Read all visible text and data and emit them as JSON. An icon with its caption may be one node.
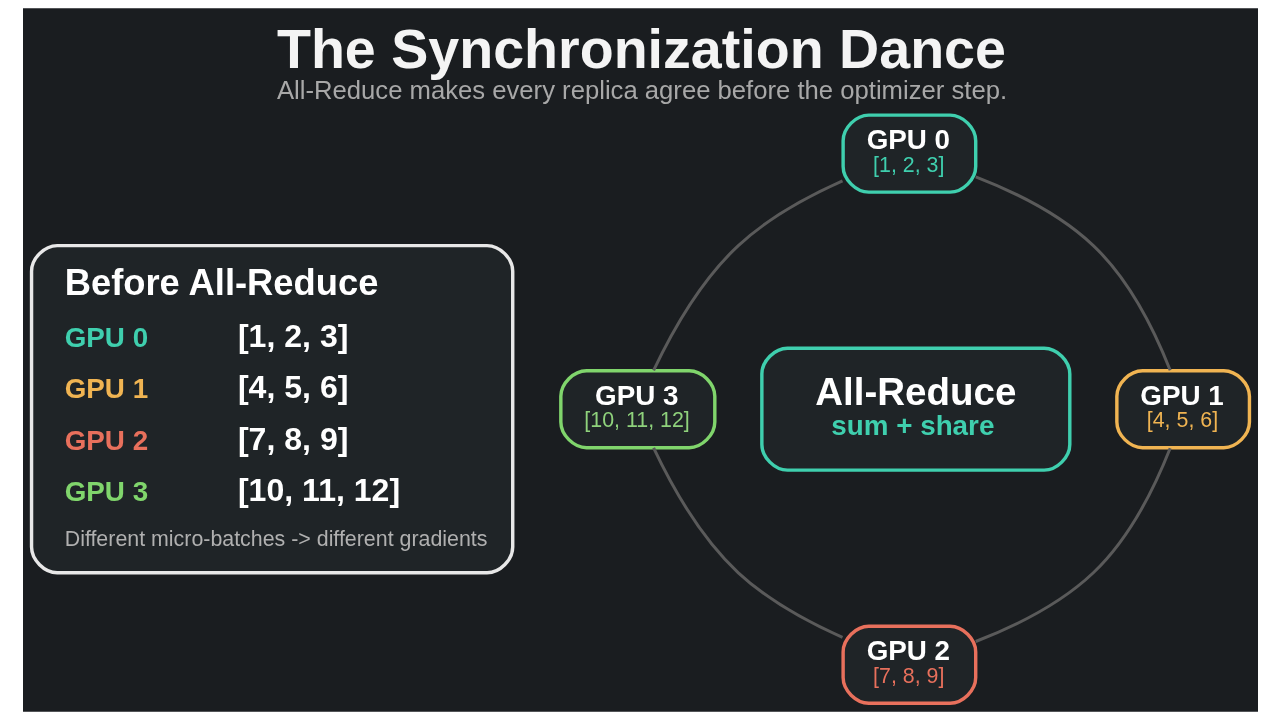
{
  "diagram": {
    "title": "The Synchronization Dance",
    "caption": "All-Reduce makes every replica agree before the optimizer step.",
    "nodes": [
      {
        "text": [
          "Before All-Reduce",
          "GPU 0",
          "[1, 2, 3]",
          "GPU 1",
          "[4, 5, 6]",
          "GPU 2",
          "[7, 8, 9]",
          "GPU 3",
          "[10, 11, 12]",
          "Different micro-batches -> different gradients"
        ]
      },
      {
        "text": [
          "GPU 0",
          "[1, 2, 3]"
        ]
      },
      {
        "text": [
          "GPU 3",
          "[10, 11, 12]"
        ]
      },
      {
        "text": [
          "All-Reduce",
          "sum + share"
        ]
      },
      {
        "text": [
          "GPU 1",
          "[4, 5, 6]"
        ]
      },
      {
        "text": [
          "GPU 2",
          "[7, 8, 9]"
        ]
      }
    ],
    "edges": [
      {
        "from": 1,
        "to": 4,
        "arrow": "none"
      },
      {
        "from": 4,
        "to": 5,
        "arrow": "none"
      },
      {
        "from": 2,
        "to": 5,
        "arrow": "none"
      },
      {
        "from": 1,
        "to": 2,
        "arrow": "none"
      }
    ]
  }
}
